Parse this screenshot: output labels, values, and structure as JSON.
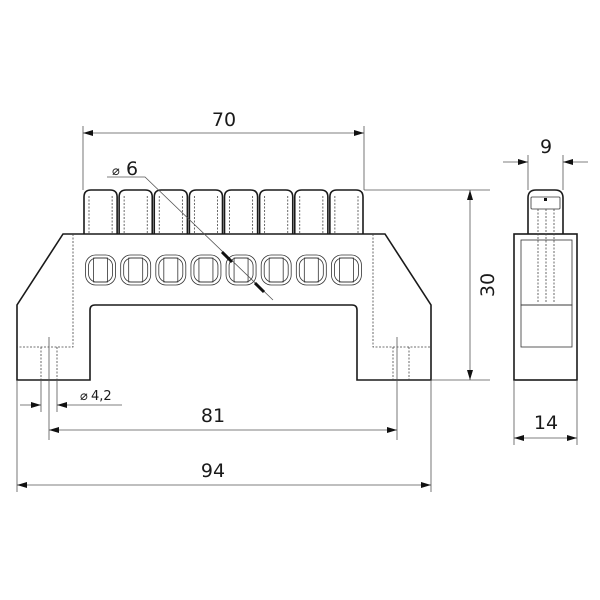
{
  "dimensions": {
    "top_width": "70",
    "hole_diameter": "6",
    "height": "30",
    "side_top_width": "9",
    "side_width": "14",
    "mount_hole_diameter": "4,2",
    "mount_spacing": "81",
    "overall_width": "94"
  },
  "symbols": {
    "diameter": "⌀"
  },
  "terminal_count": 8
}
